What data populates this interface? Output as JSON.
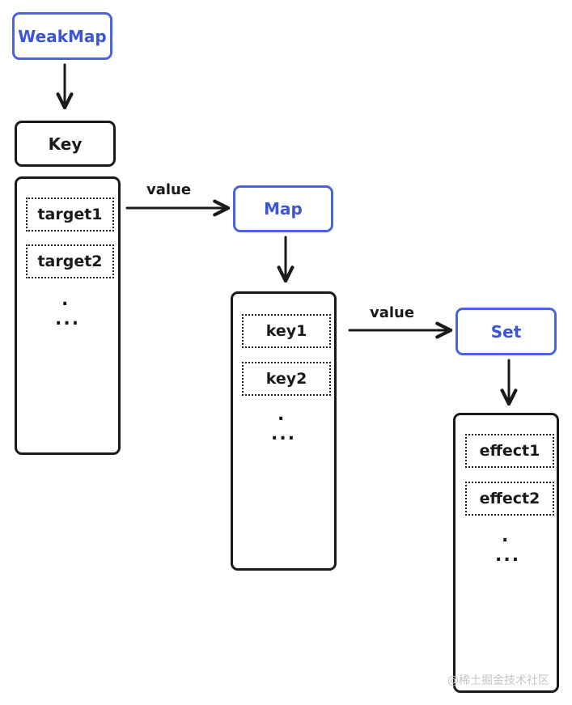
{
  "nodes": {
    "weakmap": "WeakMap",
    "key_header": "Key",
    "map": "Map",
    "set": "Set"
  },
  "column_targets": {
    "items": [
      "target1",
      "target2"
    ],
    "dot": ".",
    "ellipsis": "..."
  },
  "column_keys": {
    "items": [
      "key1",
      "key2"
    ],
    "dot": ".",
    "ellipsis": "..."
  },
  "column_effects": {
    "items": [
      "effect1",
      "effect2"
    ],
    "dot": ".",
    "ellipsis": "..."
  },
  "edge_labels": {
    "target_to_map": "value",
    "key_to_set": "value"
  },
  "watermark": "@稀土掘金技术社区",
  "colors": {
    "blue": "#4a63e0",
    "ink": "#1a1a1a"
  }
}
